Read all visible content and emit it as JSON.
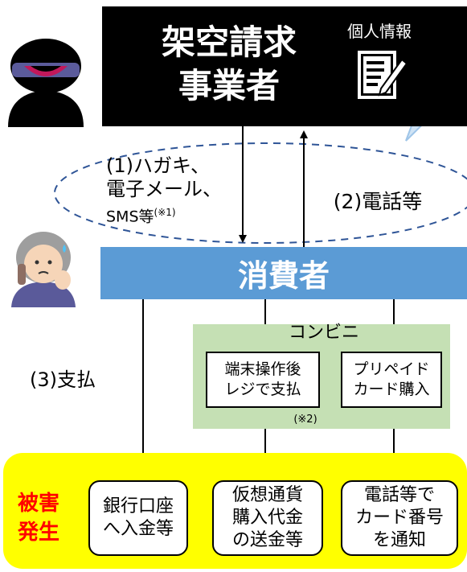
{
  "scammer": {
    "name_line1": "架空請求",
    "name_line2": "事業者",
    "personal_info_label": "個人情報"
  },
  "consumer": {
    "label": "消費者"
  },
  "flows": {
    "contact_line1": "(1)ハガキ、",
    "contact_line2": "電子メール、",
    "contact_line3": "SMS等",
    "contact_note": "(※1)",
    "phone_label": "(2)電話等",
    "payment_label": "(3)支払"
  },
  "konbini": {
    "label": "コンビニ",
    "kiosk_line1": "端末操作後",
    "kiosk_line2": "レジで支払",
    "kiosk_note": "(※2)",
    "prepaid_line1": "プリペイド",
    "prepaid_line2": "カード購入"
  },
  "damage": {
    "label_line1": "被害",
    "label_line2": "発生",
    "bank_line1": "銀行口座",
    "bank_line2": "へ入金等",
    "crypto_line1": "仮想通貨",
    "crypto_line2": "購入代金",
    "crypto_line3": "の送金等",
    "phone_line1": "電話等で",
    "phone_line2": "カード番号",
    "phone_line3": "を通知"
  },
  "colors": {
    "scammer_bg": "#000000",
    "consumer_bar": "#5b9bd5",
    "konbini_bg": "#c5e0b4",
    "damage_bg": "#ffff00",
    "damage_text": "#ff0000",
    "callout": "#cfe3f5"
  },
  "icons": {
    "scammer": "masked-figure-icon",
    "document": "document-edit-icon",
    "victim": "worried-woman-on-phone-icon"
  }
}
